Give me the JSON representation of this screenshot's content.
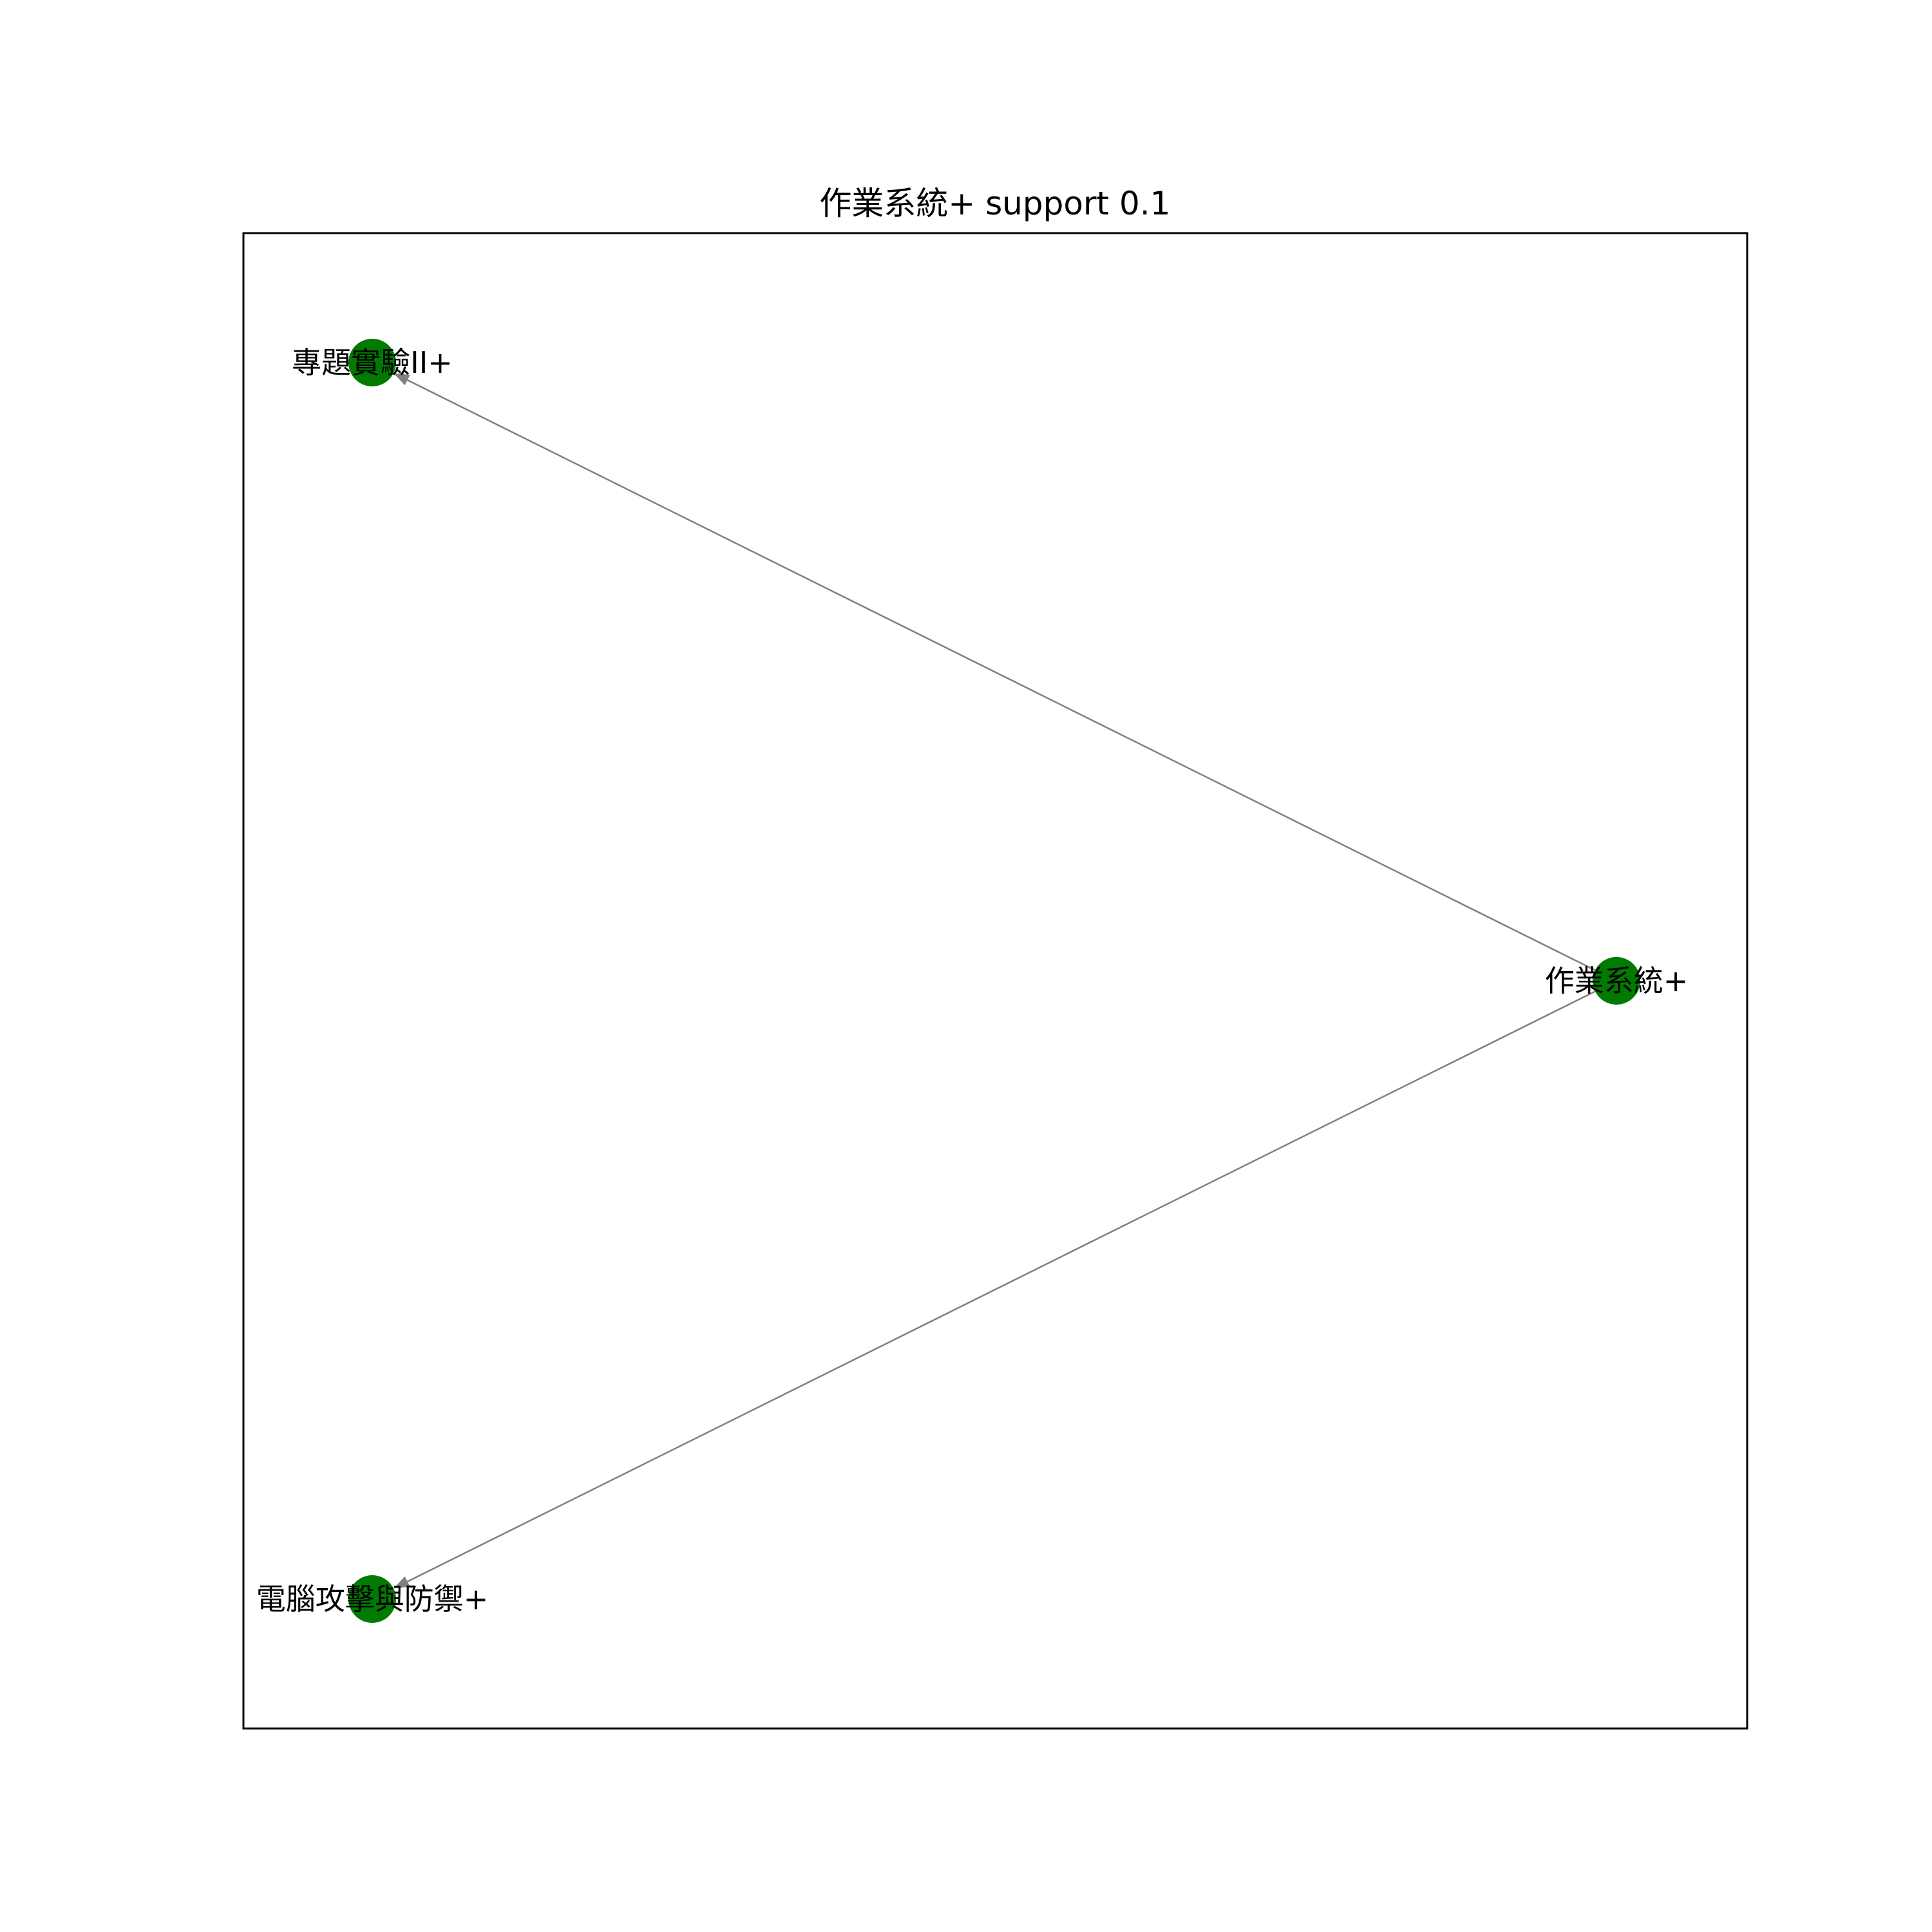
{
  "title": "作業系統+ support 0.1",
  "colors": {
    "node": "#007a00",
    "edge": "#808080",
    "frame": "#000000",
    "background": "#ffffff"
  },
  "nodes": [
    {
      "id": "n1",
      "label": "作業系統+"
    },
    {
      "id": "n2",
      "label": "專題實驗II+"
    },
    {
      "id": "n3",
      "label": "電腦攻擊與防禦+"
    }
  ],
  "edges": [
    {
      "from": "n1",
      "to": "n2"
    },
    {
      "from": "n1",
      "to": "n3"
    }
  ]
}
